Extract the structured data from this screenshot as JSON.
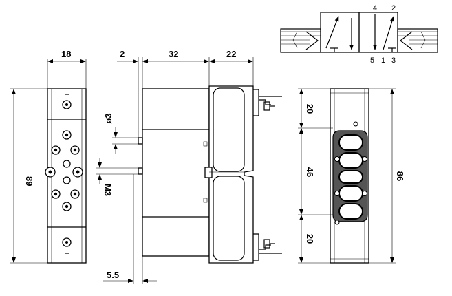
{
  "dimensions": {
    "top_width": "18",
    "top_offset": "2",
    "body_length": "32",
    "coil_length": "22",
    "height_left": "89",
    "height_right": "86",
    "pin_diameter": "ø3",
    "thread": "M3",
    "bottom_offset": "5.5",
    "section_top": "20",
    "section_mid": "46",
    "section_bottom": "20"
  },
  "ports": {
    "p4": "4",
    "p2": "2",
    "p5": "5",
    "p1": "1",
    "p3": "3"
  }
}
